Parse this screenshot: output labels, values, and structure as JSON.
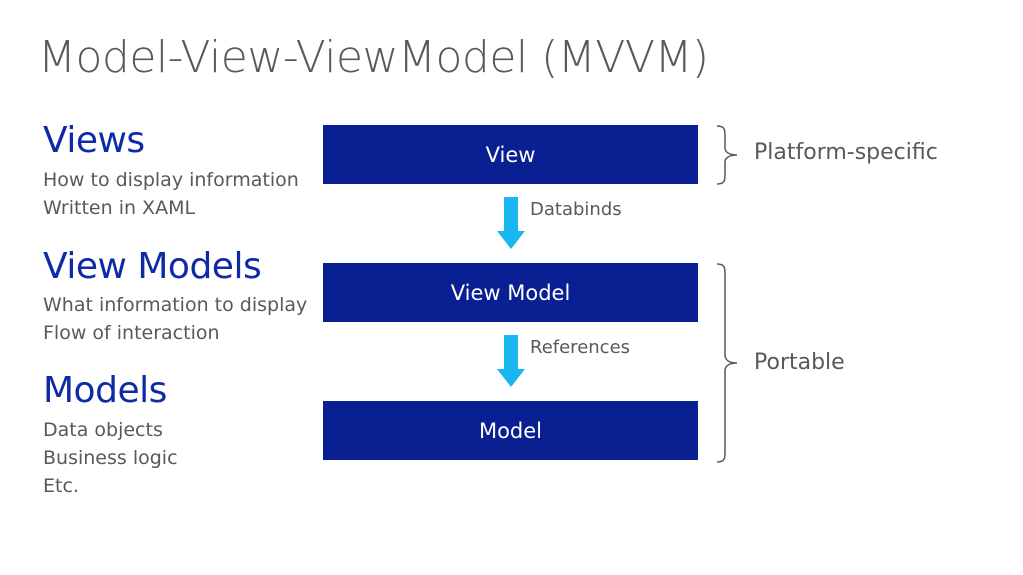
{
  "title": "Model-View-ViewModel (MVVM)",
  "sections": [
    {
      "heading": "Views",
      "lines": [
        "How to display information",
        "Written in XAML"
      ]
    },
    {
      "heading": "View Models",
      "lines": [
        "What information to display",
        "Flow of interaction"
      ]
    },
    {
      "heading": "Models",
      "lines": [
        "Data objects",
        "Business logic",
        "Etc."
      ]
    }
  ],
  "diagram": {
    "boxes": [
      "View",
      "View Model",
      "Model"
    ],
    "arrows": [
      "Databinds",
      "References"
    ],
    "groups": [
      "Platform-specific",
      "Portable"
    ]
  },
  "colors": {
    "box": "#0a1f91",
    "arrow": "#1ab6ef",
    "heading": "#0e2aa5",
    "text": "#595959"
  }
}
